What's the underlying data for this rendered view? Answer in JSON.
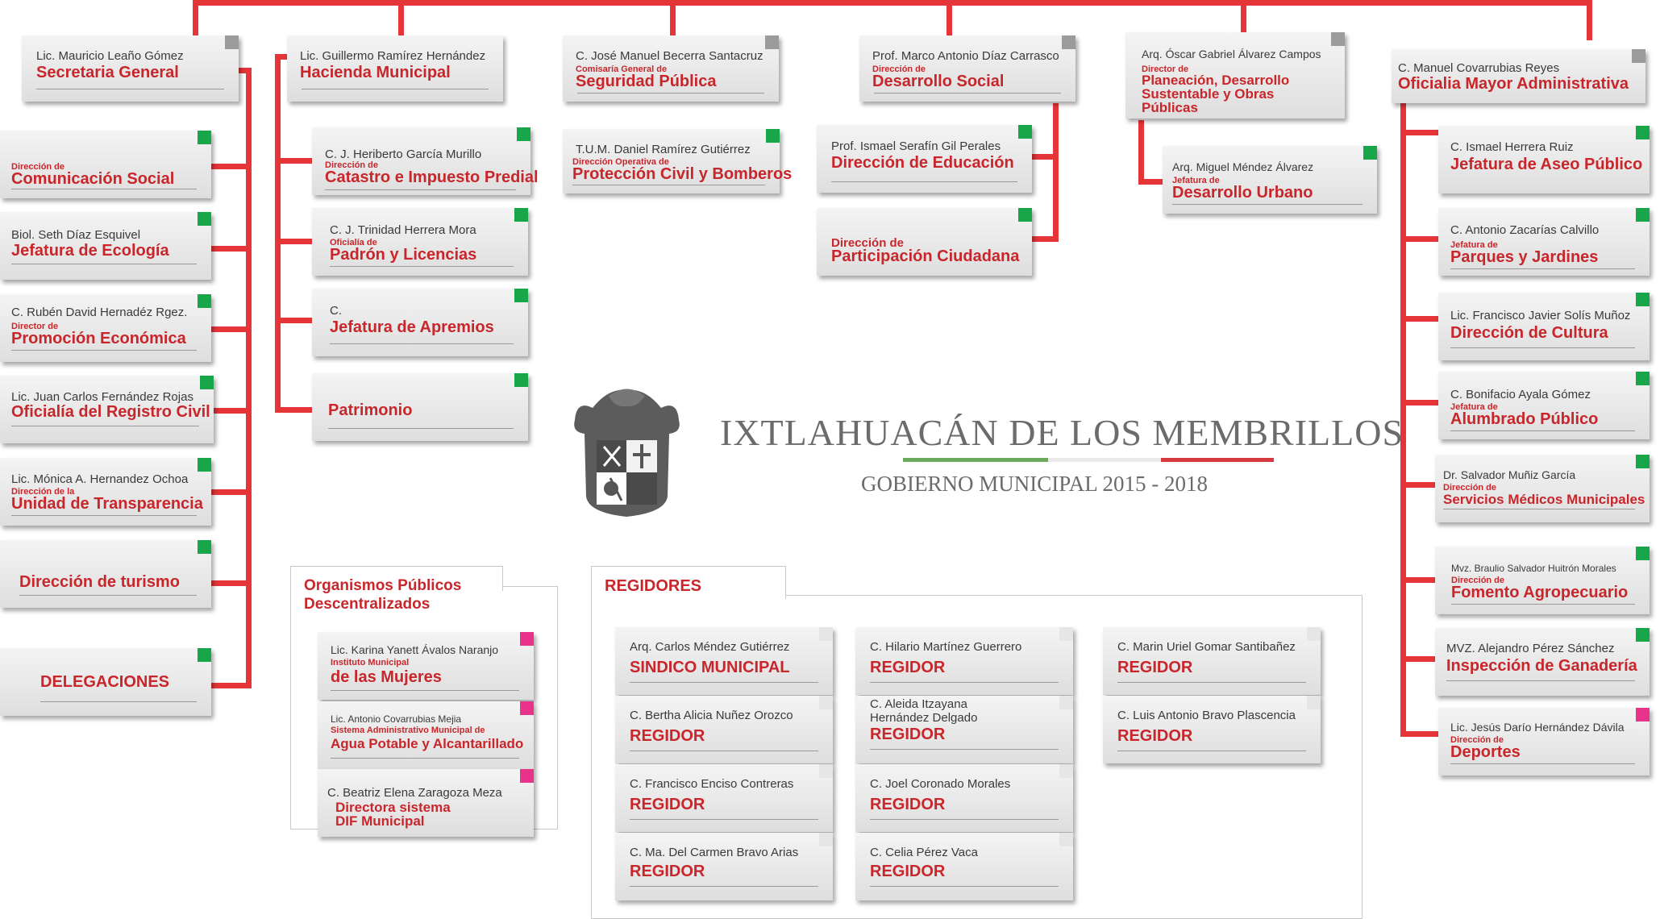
{
  "municipality": {
    "title": "IXTLAHUACÁN DE LOS MEMBRILLOS",
    "subtitle": "GOBIERNO MUNICIPAL 2015 - 2018"
  },
  "colors": {
    "connector": "#e53539",
    "title_red": "#c8262b",
    "marker_green": "#19a64a",
    "marker_pink": "#e8338b",
    "marker_grey": "#9b9b9b"
  },
  "top_units": [
    {
      "name": "Lic. Mauricio Leaño Gómez",
      "sub": "",
      "title": "Secretaria General"
    },
    {
      "name": "Lic. Guillermo Ramírez Hernández",
      "sub": "",
      "title": "Hacienda Municipal"
    },
    {
      "name": "C. José Manuel Becerra Santacruz",
      "sub": "Comisaría General de",
      "title": "Seguridad Pública"
    },
    {
      "name": "Prof. Marco Antonio Díaz Carrasco",
      "sub": "Dirección de",
      "title": "Desarrollo Social"
    },
    {
      "name": "Arq. Óscar Gabriel Álvarez Campos",
      "sub": "Director de",
      "title": "Planeación, Desarrollo Sustentable y Obras Públicas"
    },
    {
      "name": "C. Manuel Covarrubias Reyes",
      "sub": "",
      "title": "Oficialia Mayor Administrativa"
    }
  ],
  "secretaria": [
    {
      "name": "",
      "sub": "Dirección de",
      "title": "Comunicación Social"
    },
    {
      "name": "Biol. Seth Díaz Esquivel",
      "sub": "",
      "title": "Jefatura de Ecología"
    },
    {
      "name": "C. Rubén David Hernadéz Rgez.",
      "sub": "Director de",
      "title": "Promoción Económica"
    },
    {
      "name": "Lic. Juan Carlos Fernández Rojas",
      "sub": "",
      "title": "Oficialía del Registro Civil"
    },
    {
      "name": "Lic. Mónica A. Hernandez Ochoa",
      "sub": "Dirección de la",
      "title": "Unidad de Transparencia"
    },
    {
      "name": "",
      "sub": "",
      "title": "Dirección de turismo"
    },
    {
      "name": "",
      "sub": "",
      "title": "DELEGACIONES"
    }
  ],
  "hacienda": [
    {
      "name": "C. J. Heriberto García Murillo",
      "sub": "Dirección de",
      "title": "Catastro e Impuesto Predial"
    },
    {
      "name": "C. J. Trinidad Herrera Mora",
      "sub": "Oficialía de",
      "title": "Padrón y Licencias"
    },
    {
      "name": "C.",
      "sub": "",
      "title": "Jefatura de Apremios"
    },
    {
      "name": "",
      "sub": "",
      "title": "Patrimonio"
    }
  ],
  "seguridad": [
    {
      "name": "T.U.M. Daniel Ramírez Gutiérrez",
      "sub": "Dirección Operativa de",
      "title": "Protección Civil y Bomberos"
    }
  ],
  "desarrollo_social": [
    {
      "name": "Prof. Ismael Serafín Gil Perales",
      "sub": "",
      "title": "Dirección de Educación"
    },
    {
      "name": "",
      "sub": "Dirección de",
      "title": "Participación Ciudadana"
    }
  ],
  "planeacion": [
    {
      "name": "Arq. Miguel Méndez Álvarez",
      "sub": "Jefatura de",
      "title": "Desarrollo Urbano"
    }
  ],
  "oficialia": [
    {
      "name": "C. Ismael Herrera Ruiz",
      "sub": "",
      "title": "Jefatura de Aseo Público"
    },
    {
      "name": "C. Antonio Zacarías Calvillo",
      "sub": "Jefatura de",
      "title": "Parques y Jardines"
    },
    {
      "name": "Lic. Francisco Javier Solís Muñoz",
      "sub": "",
      "title": "Dirección de Cultura"
    },
    {
      "name": "C. Bonifacio Ayala Gómez",
      "sub": "Jefatura de",
      "title": "Alumbrado Público"
    },
    {
      "name": "Dr. Salvador Muñiz García",
      "sub": "Dirección de",
      "title": "Servicios Médicos Municipales"
    },
    {
      "name": "Mvz. Braulio Salvador Huitrón Morales",
      "sub": "Dirección de",
      "title": "Fomento Agropecuario"
    },
    {
      "name": "MVZ.  Alejandro Pérez Sánchez",
      "sub": "",
      "title": "Inspección de Ganadería"
    },
    {
      "name": "Lic. Jesús Darío Hernández Dávila",
      "sub": "Dirección de",
      "title": "Deportes"
    }
  ],
  "organismos": {
    "heading": "Organismos Públicos Descentralizados",
    "items": [
      {
        "name": "Lic. Karina Yanett Ávalos Naranjo",
        "sub": "Instituto Municipal",
        "title": "de las Mujeres"
      },
      {
        "name": "Lic. Antonio Covarrubias Mejia",
        "sub": "Sistema Administrativo Municipal de",
        "title": "Agua Potable y Alcantarillado"
      },
      {
        "name": "C. Beatriz Elena Zaragoza Meza",
        "sub": "",
        "title": "Directora sistema DIF Municipal"
      }
    ]
  },
  "regidores": {
    "heading": "REGIDORES",
    "members": [
      {
        "name": "Arq. Carlos Méndez Gutiérrez",
        "role": "SINDICO MUNICIPAL"
      },
      {
        "name": "C. Bertha Alicia Nuñez Orozco",
        "role": "REGIDOR"
      },
      {
        "name": "C. Francisco Enciso Contreras",
        "role": "REGIDOR"
      },
      {
        "name": "C. Ma. Del Carmen Bravo Arias",
        "role": "REGIDOR"
      },
      {
        "name": "C. Hilario Martínez Guerrero",
        "role": "REGIDOR"
      },
      {
        "name": "C. Aleida Itzayana Hernández Delgado",
        "role": "REGIDOR"
      },
      {
        "name": "C. Joel Coronado Morales",
        "role": "REGIDOR"
      },
      {
        "name": "C. Celia Pérez Vaca",
        "role": "REGIDOR"
      },
      {
        "name": "C. Marin Uriel Gomar Santibañez",
        "role": "REGIDOR"
      },
      {
        "name": "C. Luis Antonio Bravo Plascencia",
        "role": "REGIDOR"
      }
    ]
  }
}
